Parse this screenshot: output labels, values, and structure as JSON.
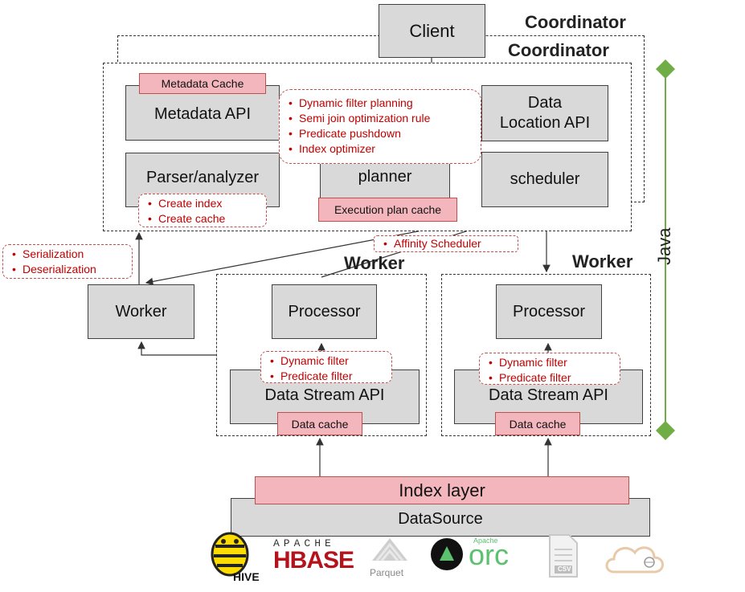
{
  "client": "Client",
  "coordinator_labels": [
    "Coordinator",
    "Coordinator"
  ],
  "coordinator": {
    "metadata_cache": "Metadata Cache",
    "metadata_api": "Metadata API",
    "parser": "Parser/analyzer",
    "planner": "planner",
    "scheduler": "scheduler",
    "data_location_api": [
      "Data",
      "Location API"
    ],
    "execution_plan_cache": "Execution plan cache",
    "planner_notes": [
      "Dynamic filter planning",
      "Semi join optimization rule",
      "Predicate pushdown",
      "Index optimizer"
    ],
    "parser_notes": [
      "Create index",
      "Create cache"
    ]
  },
  "affinity_scheduler": "Affinity Scheduler",
  "serialization_notes": [
    "Serialization",
    "Deserialization"
  ],
  "worker_box": "Worker",
  "worker_label": "Worker",
  "workers": [
    {
      "label": "Worker",
      "processor": "Processor",
      "filters": [
        "Dynamic filter",
        "Predicate filter"
      ],
      "stream_api": "Data Stream API",
      "data_cache": "Data cache"
    },
    {
      "label": "Worker",
      "processor": "Processor",
      "filters": [
        "Dynamic filter",
        "Predicate filter"
      ],
      "stream_api": "Data Stream API",
      "data_cache": "Data cache"
    }
  ],
  "index_layer": "Index layer",
  "datasource": "DataSource",
  "java_label": "Java",
  "logos": {
    "hive": "HIVE",
    "hbase_top": "APACHE",
    "hbase": "HBASE",
    "parquet": "Parquet",
    "orc_top": "Apache",
    "orc": "orc",
    "csv": "CSV"
  },
  "colors": {
    "box_fill": "#d9d9d9",
    "pink_fill": "#f4b6bd",
    "note_text": "#c00000",
    "java_line": "#70ad47"
  }
}
